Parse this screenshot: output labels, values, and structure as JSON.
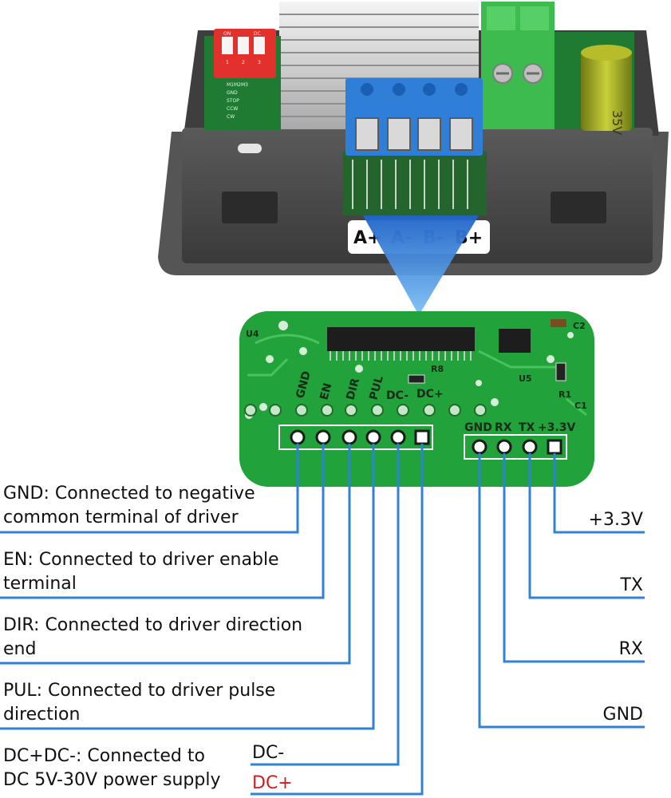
{
  "terminal_labels": [
    "A+",
    "A-",
    "B-",
    "B+"
  ],
  "terminal_label_colors": [
    "#111111",
    "#2f83d6",
    "#2f83d6",
    "#111111"
  ],
  "capacitor_text": "35V",
  "dip_switch": {
    "marks": [
      "ON",
      "DC"
    ],
    "numbers": [
      "1",
      "2",
      "3"
    ]
  },
  "module_silkscreen": [
    "M1M2M3",
    "GND",
    "STOP",
    "CCW",
    "CW"
  ],
  "pcb_labels": {
    "u4": "U4",
    "u5": "U5",
    "r8": "R8",
    "r1": "R1",
    "c1": "C1",
    "c2": "C2"
  },
  "left_header_pins": [
    "GND",
    "EN",
    "DIR",
    "PUL",
    "DC-",
    "DC+"
  ],
  "right_header_pins": [
    "GND",
    "RX",
    "TX",
    "+3.3V"
  ],
  "annotations_left": [
    {
      "lines": [
        "GND: Connected to negative",
        "common terminal of driver"
      ]
    },
    {
      "lines": [
        "EN: Connected to driver enable",
        "terminal"
      ]
    },
    {
      "lines": [
        "DIR: Connected to driver direction",
        "end"
      ]
    },
    {
      "lines": [
        "PUL: Connected to driver pulse",
        "direction"
      ]
    },
    {
      "lines": [
        "DC+DC-: Connected to",
        "DC 5V-30V power supply"
      ]
    }
  ],
  "dc_minus_label": "DC-",
  "dc_plus_label": "DC+",
  "annotations_right": [
    "+3.3V",
    "TX",
    "RX",
    "GND"
  ],
  "colors": {
    "wire": "#2f83d6",
    "pcb_green": "#21a23a",
    "terminal_blue": "#2f7fd9",
    "terminal_green": "#3dbb4f",
    "dc_plus": "#d01c1c",
    "enclosure": "#4a4a4a"
  }
}
